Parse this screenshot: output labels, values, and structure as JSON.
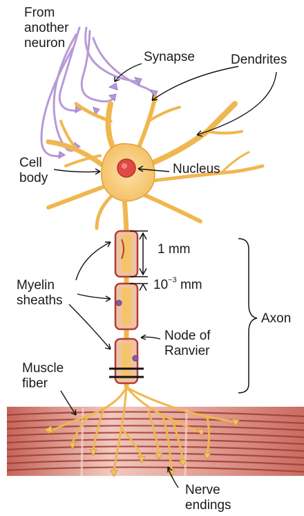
{
  "labels": {
    "from_another_neuron": "From\nanother\nneuron",
    "synapse": "Synapse",
    "dendrites": "Dendrites",
    "cell_body": "Cell\nbody",
    "nucleus": "Nucleus",
    "one_mm": "1  mm",
    "tiny_mm_base": "10",
    "tiny_mm_exp": "−3",
    "tiny_mm_unit": "  mm",
    "myelin_sheaths": "Myelin\nsheaths",
    "axon": "Axon",
    "node_of_ranvier": "Node of\nRanvier",
    "muscle_fiber": "Muscle\nfiber",
    "nerve_endings": "Nerve\nendings"
  },
  "colors": {
    "neuron": "#f5c46a",
    "neuron_edge": "#e3a23a",
    "nucleus": "#e04a45",
    "sheath": "#e7a7a0",
    "sheath_edge": "#b23b35",
    "other_neuron": "#b79ad6",
    "muscle_light": "#e8b7ad",
    "muscle_dark": "#b2483f"
  }
}
